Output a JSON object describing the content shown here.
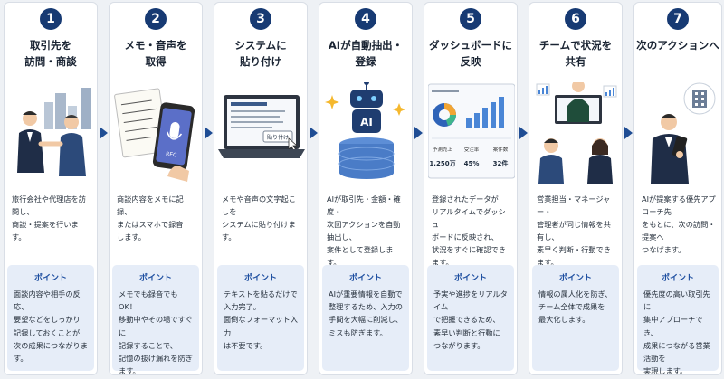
{
  "steps": [
    {
      "number": "1",
      "title": "取引先を\n訪問・商談",
      "description": "旅行会社や代理店を訪問し、\n商談・提案を行います。",
      "point_label": "ポイント",
      "point_text": "面談内容や相手の反応、\n要望などをしっかり\n記録しておくことが\n次の成果につながります。"
    },
    {
      "number": "2",
      "title": "メモ・音声を\n取得",
      "description": "商談内容をメモに記録、\nまたはスマホで録音\nします。",
      "point_label": "ポイント",
      "point_text": "メモでも録音でもOK！\n移動中やその場ですぐに\n記録することで、\n記憶の抜け漏れを防ぎ\nます。",
      "phone_rec": "REC"
    },
    {
      "number": "3",
      "title": "システムに\n貼り付け",
      "description": "メモや音声の文字起こしを\nシステムに貼り付けます。",
      "point_label": "ポイント",
      "point_text": "テキストを貼るだけで\n入力完了。\n面倒なフォーマット入力\nは不要です。",
      "paste_button": "貼り付け"
    },
    {
      "number": "4",
      "title": "AIが自動抽出・\n登録",
      "description": "AIが取引先・金額・確度・\n次回アクションを自動抽出し、\n案件として登録します。",
      "point_label": "ポイント",
      "point_text": "AIが重要情報を自動で\n整理するため、入力の\n手間を大幅に削減し、\nミスも防ぎます。",
      "ai_label": "AI"
    },
    {
      "number": "5",
      "title": "ダッシュボードに\n反映",
      "description": "登録されたデータが\nリアルタイムでダッシュ\nボードに反映され、\n状況をすぐに確認できます。",
      "point_label": "ポイント",
      "point_text": "予実や進捗をリアルタイム\nで把握できるため、\n素早い判断と行動に\nつながります。",
      "kpis": [
        {
          "label": "予測売上",
          "value": "1,250万"
        },
        {
          "label": "受注率",
          "value": "45%"
        },
        {
          "label": "案件数",
          "value": "32件"
        }
      ]
    },
    {
      "number": "6",
      "title": "チームで状況を\n共有",
      "description": "営業担当・マネージャー・\n管理者が同じ情報を共有し、\n素早く判断・行動できます。",
      "point_label": "ポイント",
      "point_text": "情報の属人化を防ぎ、\nチーム全体で成果を\n最大化します。"
    },
    {
      "number": "7",
      "title": "次のアクションへ",
      "description": "AIが提案する優先アプローチ先\nをもとに、次の訪問・提案へ\nつなげます。",
      "point_label": "ポイント",
      "point_text": "優先度の高い取引先に\n集中アプローチでき、\n成果につながる営業活動を\n実現します。"
    }
  ],
  "colors": {
    "navy": "#173a73",
    "accent_blue": "#1d4ea0",
    "point_bg": "#e6edf8"
  }
}
